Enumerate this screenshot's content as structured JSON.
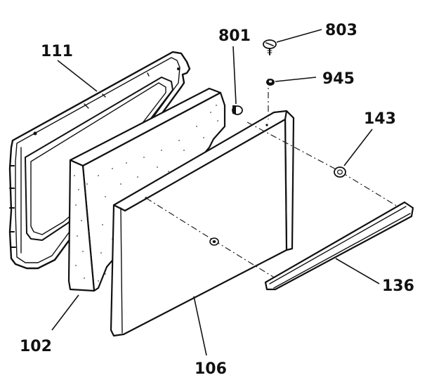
{
  "diagram": {
    "labels": {
      "frame": "111",
      "insulation": "102",
      "door_panel": "106",
      "spacer": "801",
      "screw": "803",
      "washer": "945",
      "bumper": "143",
      "handle_trim": "136"
    }
  }
}
